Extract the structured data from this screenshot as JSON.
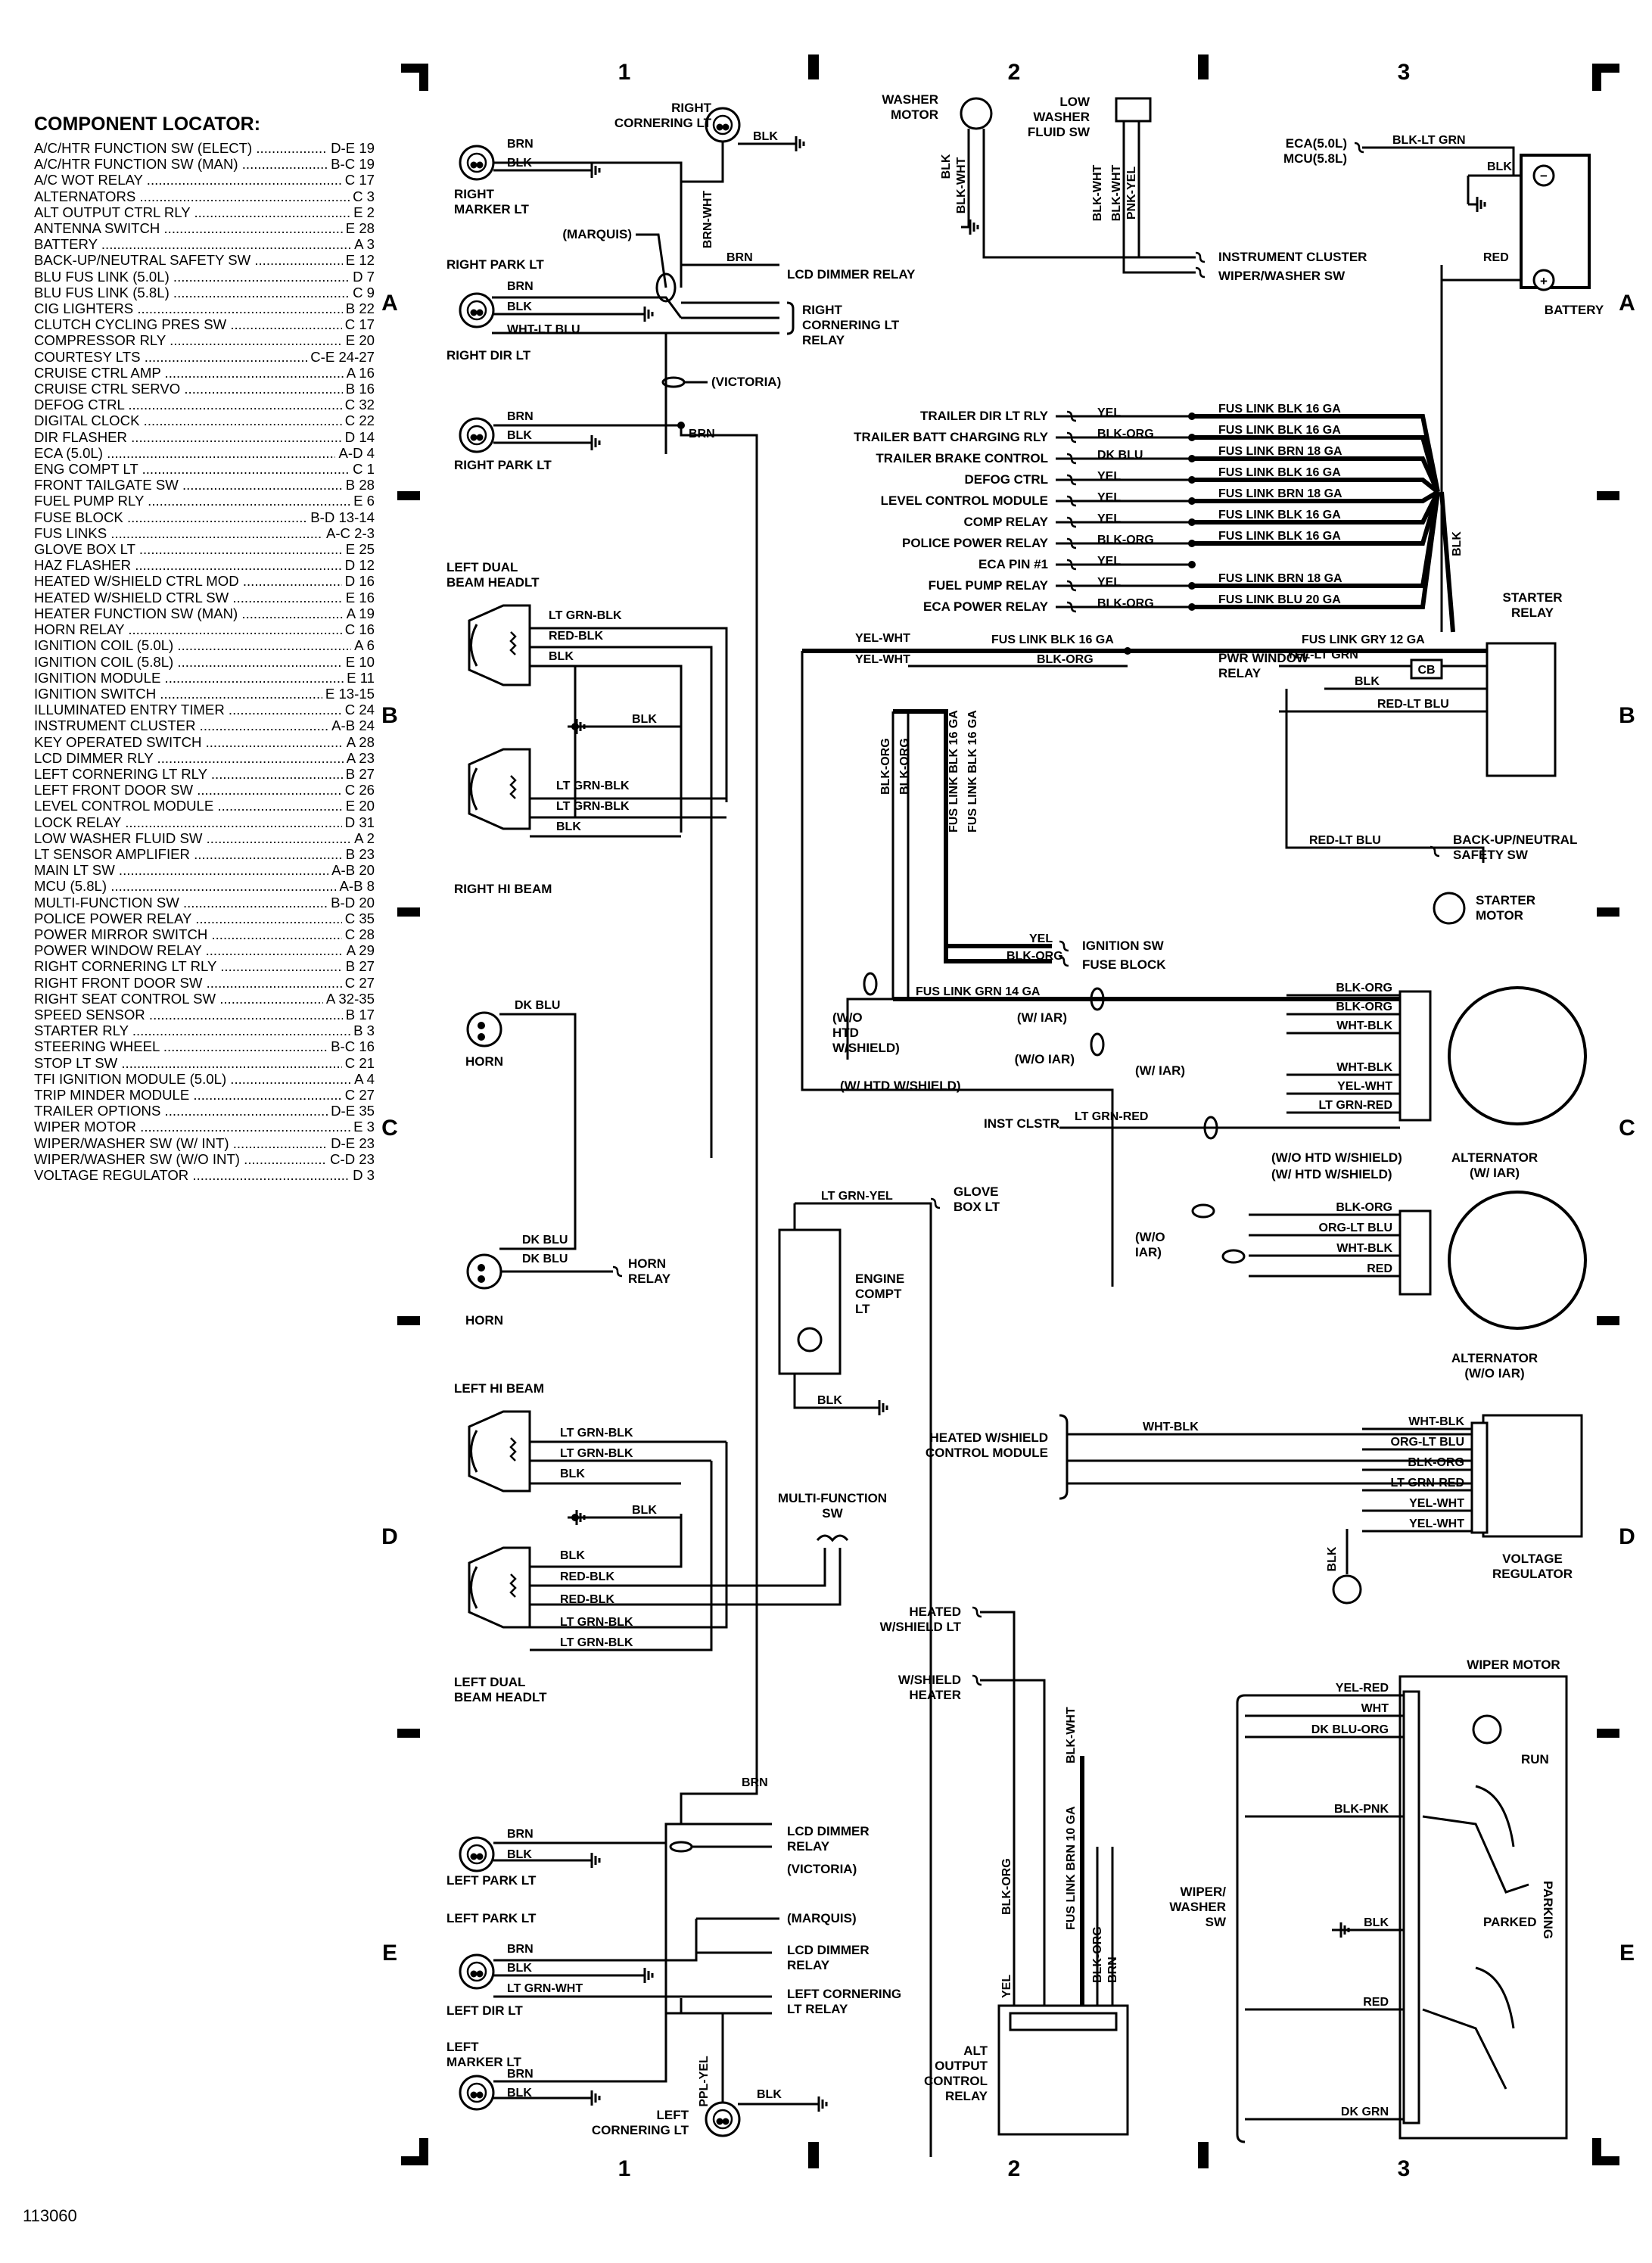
{
  "locator": {
    "title": "COMPONENT LOCATOR:",
    "items": [
      [
        "A/C/HTR FUNCTION SW (ELECT)",
        "D-E 19"
      ],
      [
        "A/C/HTR FUNCTION SW (MAN)",
        "B-C 19"
      ],
      [
        "A/C WOT RELAY",
        "C 17"
      ],
      [
        "ALTERNATORS",
        "C 3"
      ],
      [
        "ALT OUTPUT CTRL RLY",
        "E 2"
      ],
      [
        "ANTENNA SWITCH",
        "E 28"
      ],
      [
        "BATTERY",
        "A 3"
      ],
      [
        "BACK-UP/NEUTRAL SAFETY SW",
        "E 12"
      ],
      [
        "BLU FUS LINK (5.0L)",
        "D 7"
      ],
      [
        "BLU FUS LINK (5.8L)",
        "C 9"
      ],
      [
        "CIG LIGHTERS",
        "B 22"
      ],
      [
        "CLUTCH CYCLING PRES SW",
        "C 17"
      ],
      [
        "COMPRESSOR RLY",
        "E 20"
      ],
      [
        "COURTESY LTS",
        "C-E 24-27"
      ],
      [
        "CRUISE CTRL AMP",
        "A 16"
      ],
      [
        "CRUISE CTRL SERVO",
        "B 16"
      ],
      [
        "DEFOG CTRL",
        "C 32"
      ],
      [
        "DIGITAL CLOCK",
        "C 22"
      ],
      [
        "DIR FLASHER",
        "D 14"
      ],
      [
        "ECA (5.0L)",
        "A-D 4"
      ],
      [
        "ENG COMPT LT",
        "C 1"
      ],
      [
        "FRONT TAILGATE SW",
        "B 28"
      ],
      [
        "FUEL PUMP RLY",
        "E 6"
      ],
      [
        "FUSE BLOCK",
        "B-D 13-14"
      ],
      [
        "FUS LINKS",
        "A-C 2-3"
      ],
      [
        "GLOVE BOX LT",
        "E 25"
      ],
      [
        "HAZ FLASHER",
        "D 12"
      ],
      [
        "HEATED W/SHIELD CTRL MOD",
        "D 16"
      ],
      [
        "HEATED W/SHIELD CTRL SW",
        "E 16"
      ],
      [
        "HEATER FUNCTION SW (MAN)",
        "A 19"
      ],
      [
        "HORN RELAY",
        "C 16"
      ],
      [
        "IGNITION COIL (5.0L)",
        "A 6"
      ],
      [
        "IGNITION COIL (5.8L)",
        "E 10"
      ],
      [
        "IGNITION MODULE",
        "E 11"
      ],
      [
        "IGNITION SWITCH",
        "E 13-15"
      ],
      [
        "ILLUMINATED ENTRY TIMER",
        "C 24"
      ],
      [
        "INSTRUMENT CLUSTER",
        "A-B 24"
      ],
      [
        "KEY OPERATED SWITCH",
        "A 28"
      ],
      [
        "LCD DIMMER RLY",
        "A 23"
      ],
      [
        "LEFT CORNERING LT RLY",
        "B 27"
      ],
      [
        "LEFT FRONT DOOR SW",
        "C 26"
      ],
      [
        "LEVEL CONTROL MODULE",
        "E 20"
      ],
      [
        "LOCK RELAY",
        "D 31"
      ],
      [
        "LOW WASHER FLUID SW",
        "A 2"
      ],
      [
        "LT SENSOR AMPLIFIER",
        "B 23"
      ],
      [
        "MAIN LT SW",
        "A-B 20"
      ],
      [
        "MCU (5.8L)",
        "A-B 8"
      ],
      [
        "MULTI-FUNCTION SW",
        "B-D 20"
      ],
      [
        "POLICE POWER RELAY",
        "C 35"
      ],
      [
        "POWER MIRROR SWITCH",
        "C 28"
      ],
      [
        "POWER WINDOW RELAY",
        "A 29"
      ],
      [
        "RIGHT CORNERING LT RLY",
        "B 27"
      ],
      [
        "RIGHT FRONT DOOR SW",
        "C 27"
      ],
      [
        "RIGHT SEAT CONTROL SW",
        "A 32-35"
      ],
      [
        "SPEED SENSOR",
        "B 17"
      ],
      [
        "STARTER RLY",
        "B 3"
      ],
      [
        "STEERING WHEEL",
        "B-C 16"
      ],
      [
        "STOP LT SW",
        "C 21"
      ],
      [
        "TFI IGNITION MODULE (5.0L)",
        "A 4"
      ],
      [
        "TRIP MINDER MODULE",
        "C 27"
      ],
      [
        "TRAILER OPTIONS",
        "D-E 35"
      ],
      [
        "WIPER MOTOR",
        "E 3"
      ],
      [
        "WIPER/WASHER SW (W/ INT)",
        "D-E 23"
      ],
      [
        "WIPER/WASHER SW (W/O INT)",
        "C-D 23"
      ],
      [
        "VOLTAGE REGULATOR",
        "D 3"
      ]
    ]
  },
  "grid": {
    "columns": [
      "1",
      "2",
      "3"
    ],
    "rows": [
      "A",
      "B",
      "C",
      "D",
      "E"
    ]
  },
  "figure_id": "113060",
  "labels": {
    "right_cornering_lt": "RIGHT\nCORNERING LT",
    "right_marker_lt": "RIGHT\nMARKER LT",
    "right_park_lt_top": "RIGHT PARK LT",
    "right_dir_lt": "RIGHT DIR LT",
    "right_park_lt": "RIGHT PARK LT",
    "marquis": "(MARQUIS)",
    "victoria": "(VICTORIA)",
    "lcd_dimmer_relay": "LCD DIMMER RELAY",
    "right_cornering_lt_relay": "RIGHT\nCORNERING LT\nRELAY",
    "left_dual_beam_top": "LEFT DUAL\nBEAM HEADLT",
    "right_hi_beam": "RIGHT HI BEAM",
    "horn_top": "HORN",
    "horn_bottom": "HORN",
    "horn_relay": "HORN\nRELAY",
    "left_hi_beam": "LEFT HI BEAM",
    "left_dual_beam_bottom": "LEFT DUAL\nBEAM HEADLT",
    "left_park_lt_top": "LEFT PARK LT",
    "left_park_lt": "LEFT PARK LT",
    "left_dir_lt": "LEFT DIR LT",
    "left_marker_lt": "LEFT\nMARKER LT",
    "left_cornering_lt": "LEFT\nCORNERING LT",
    "lcd_dimmer_relay_e1": "LCD DIMMER\nRELAY",
    "victoria_e": "(VICTORIA)",
    "marquis_e": "(MARQUIS)",
    "lcd_dimmer_relay_e2": "LCD DIMMER\nRELAY",
    "left_cornering_lt_relay": "LEFT CORNERING\nLT RELAY",
    "multi_function_sw": "MULTI-FUNCTION\nSW",
    "washer_motor": "WASHER\nMOTOR",
    "low_washer_fluid_sw": "LOW\nWASHER\nFLUID SW",
    "instrument_cluster": "INSTRUMENT CLUSTER",
    "wiper_washer_sw": "WIPER/WASHER SW",
    "eca_50": "ECA(5.0L)",
    "mcu_58": "MCU(5.8L)",
    "battery": "BATTERY",
    "starter_relay": "STARTER\nRELAY",
    "back_up_neutral": "BACK-UP/NEUTRAL\nSAFETY SW",
    "starter_motor": "STARTER\nMOTOR",
    "ignition_sw": "IGNITION SW",
    "fuse_block": "FUSE BLOCK",
    "w_o_htd_wshield": "(W/O\nHTD\nW/SHIELD)",
    "w_iar": "(W/ IAR)",
    "w_o_iar": "(W/O IAR)",
    "w_iar2": "(W/ IAR)",
    "w_htd_wshield": "(W/ HTD W/SHIELD)",
    "inst_clstr": "INST CLSTR",
    "w_o_htd_wshield2": "(W/O HTD W/SHIELD)",
    "w_htd_wshield2": "(W/ HTD W/SHIELD)",
    "w_o_iar2": "(W/O\nIAR)",
    "alternator_w_iar": "ALTERNATOR\n(W/ IAR)",
    "alternator_w_o_iar": "ALTERNATOR\n(W/O IAR)",
    "glove_box_lt": "GLOVE\nBOX LT",
    "engine_compt_lt": "ENGINE\nCOMPT\nLT",
    "heated_wshield_ctrl": "HEATED W/SHIELD\nCONTROL MODULE",
    "voltage_regulator": "VOLTAGE\nREGULATOR",
    "heated_wshield_lt": "HEATED\nW/SHIELD LT",
    "wshield_heater": "W/SHIELD\nHEATER",
    "alt_output_ctrl": "ALT\nOUTPUT\nCONTROL\nRELAY",
    "wiper_motor": "WIPER MOTOR",
    "wiper_washer_sw_e": "WIPER/\nWASHER\nSW",
    "run": "RUN",
    "parked": "PARKED",
    "parking": "PARKING",
    "pwr_window_relay": "PWR WINDOW\nRELAY",
    "cb": "CB"
  },
  "wires": {
    "brn": "BRN",
    "blk": "BLK",
    "brn_wht": "BRN-WHT",
    "wht_lt_blu": "WHT-LT BLU",
    "lt_grn_blk": "LT GRN-BLK",
    "red_blk": "RED-BLK",
    "dk_blu": "DK BLU",
    "lt_grn_wht": "LT GRN-WHT",
    "ppl_yel": "PPL-YEL",
    "blk_wht": "BLK-WHT",
    "blk_lt_grn": "BLK-LT GRN",
    "red": "RED",
    "pnk_yel": "PNK-YEL",
    "yel": "YEL",
    "blk_org": "BLK-ORG",
    "dk_blu_w": "DK BLU",
    "yel_wht": "YEL-WHT",
    "yel_lt_grn": "YEL-LT GRN",
    "red_lt_blu": "RED-LT BLU",
    "wht_blk": "WHT-BLK",
    "lt_grn_red": "LT GRN-RED",
    "org_lt_blu": "ORG-LT BLU",
    "lt_grn_yel": "LT GRN-YEL",
    "yel_red": "YEL-RED",
    "wht": "WHT",
    "dk_blu_org": "DK BLU-ORG",
    "blk_pnk": "BLK-PNK",
    "dk_grn": "DK GRN"
  },
  "fuse_rows": [
    {
      "name": "TRAILER DIR LT RLY",
      "wire": "YEL",
      "link": "FUS LINK BLK 16 GA"
    },
    {
      "name": "TRAILER BATT CHARGING RLY",
      "wire": "BLK-ORG",
      "link": "FUS LINK BLK 16 GA"
    },
    {
      "name": "TRAILER BRAKE CONTROL",
      "wire": "DK BLU",
      "link": "FUS LINK BRN 18 GA"
    },
    {
      "name": "DEFOG CTRL",
      "wire": "YEL",
      "link": "FUS LINK BLK 16 GA"
    },
    {
      "name": "LEVEL CONTROL MODULE",
      "wire": "YEL",
      "link": "FUS LINK BRN 18 GA"
    },
    {
      "name": "COMP RELAY",
      "wire": "YEL",
      "link": "FUS LINK BLK 16 GA"
    },
    {
      "name": "POLICE POWER RELAY",
      "wire": "BLK-ORG",
      "link": "FUS LINK BLK 16 GA"
    },
    {
      "name": "ECA PIN #1",
      "wire": "YEL",
      "link": ""
    },
    {
      "name": "FUEL PUMP RELAY",
      "wire": "YEL",
      "link": "FUS LINK BRN 18 GA"
    },
    {
      "name": "ECA POWER RELAY",
      "wire": "BLK-ORG",
      "link": "FUS LINK BLU 20 GA"
    }
  ],
  "fuse_links": {
    "yel_wht_link": "FUS LINK BLK 16 GA",
    "gry_link": "FUS LINK GRY 12 GA",
    "grn14": "FUS LINK GRN 14 GA",
    "vert1": "FUS LINK BLK 16 GA",
    "vert2": "FUS LINK BLK 16 GA",
    "brn10": "FUS LINK BRN 10 GA"
  }
}
